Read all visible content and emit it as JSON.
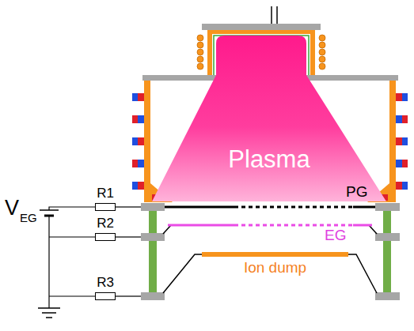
{
  "diagram": {
    "nodes": [
      {
        "text": [
          "Plasma"
        ]
      },
      {
        "text": [
          "Ion dump"
        ]
      },
      {
        "text": [
          "R1"
        ]
      },
      {
        "text": [
          "R2"
        ]
      },
      {
        "text": [
          "R3"
        ]
      }
    ],
    "labels": [
      "PG",
      "EG",
      "V",
      "EG"
    ]
  }
}
